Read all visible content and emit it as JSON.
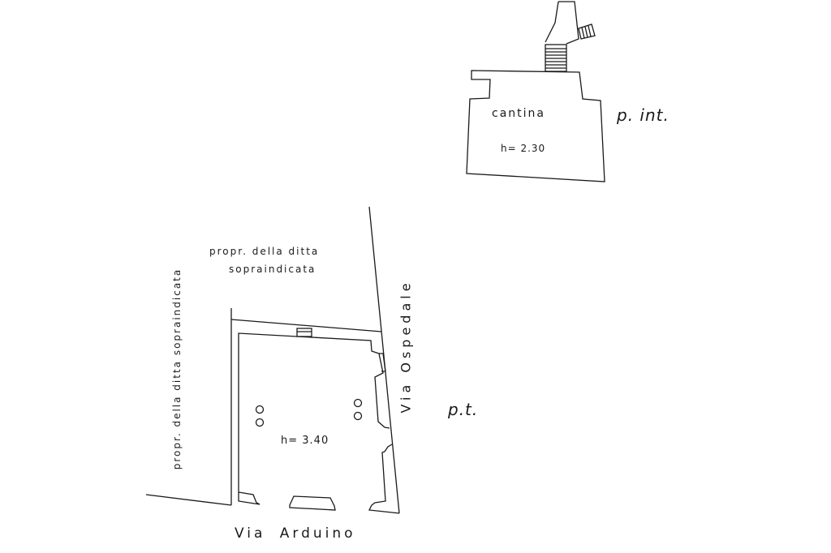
{
  "basement_plan": {
    "room_label": "cantina",
    "height_label": "h= 2.30",
    "floor_label": "p. int."
  },
  "ground_plan": {
    "height_label": "h= 3.40",
    "floor_label": "p.t.",
    "north_neighbor_line1": "propr. della ditta",
    "north_neighbor_line2": "sopraindicata",
    "west_neighbor": "propr. della ditta sopraindicata",
    "east_street": "Via Ospedale",
    "south_street": "Via Arduino"
  },
  "colors": {
    "ink": "#1a1a1a",
    "paper": "#ffffff"
  }
}
